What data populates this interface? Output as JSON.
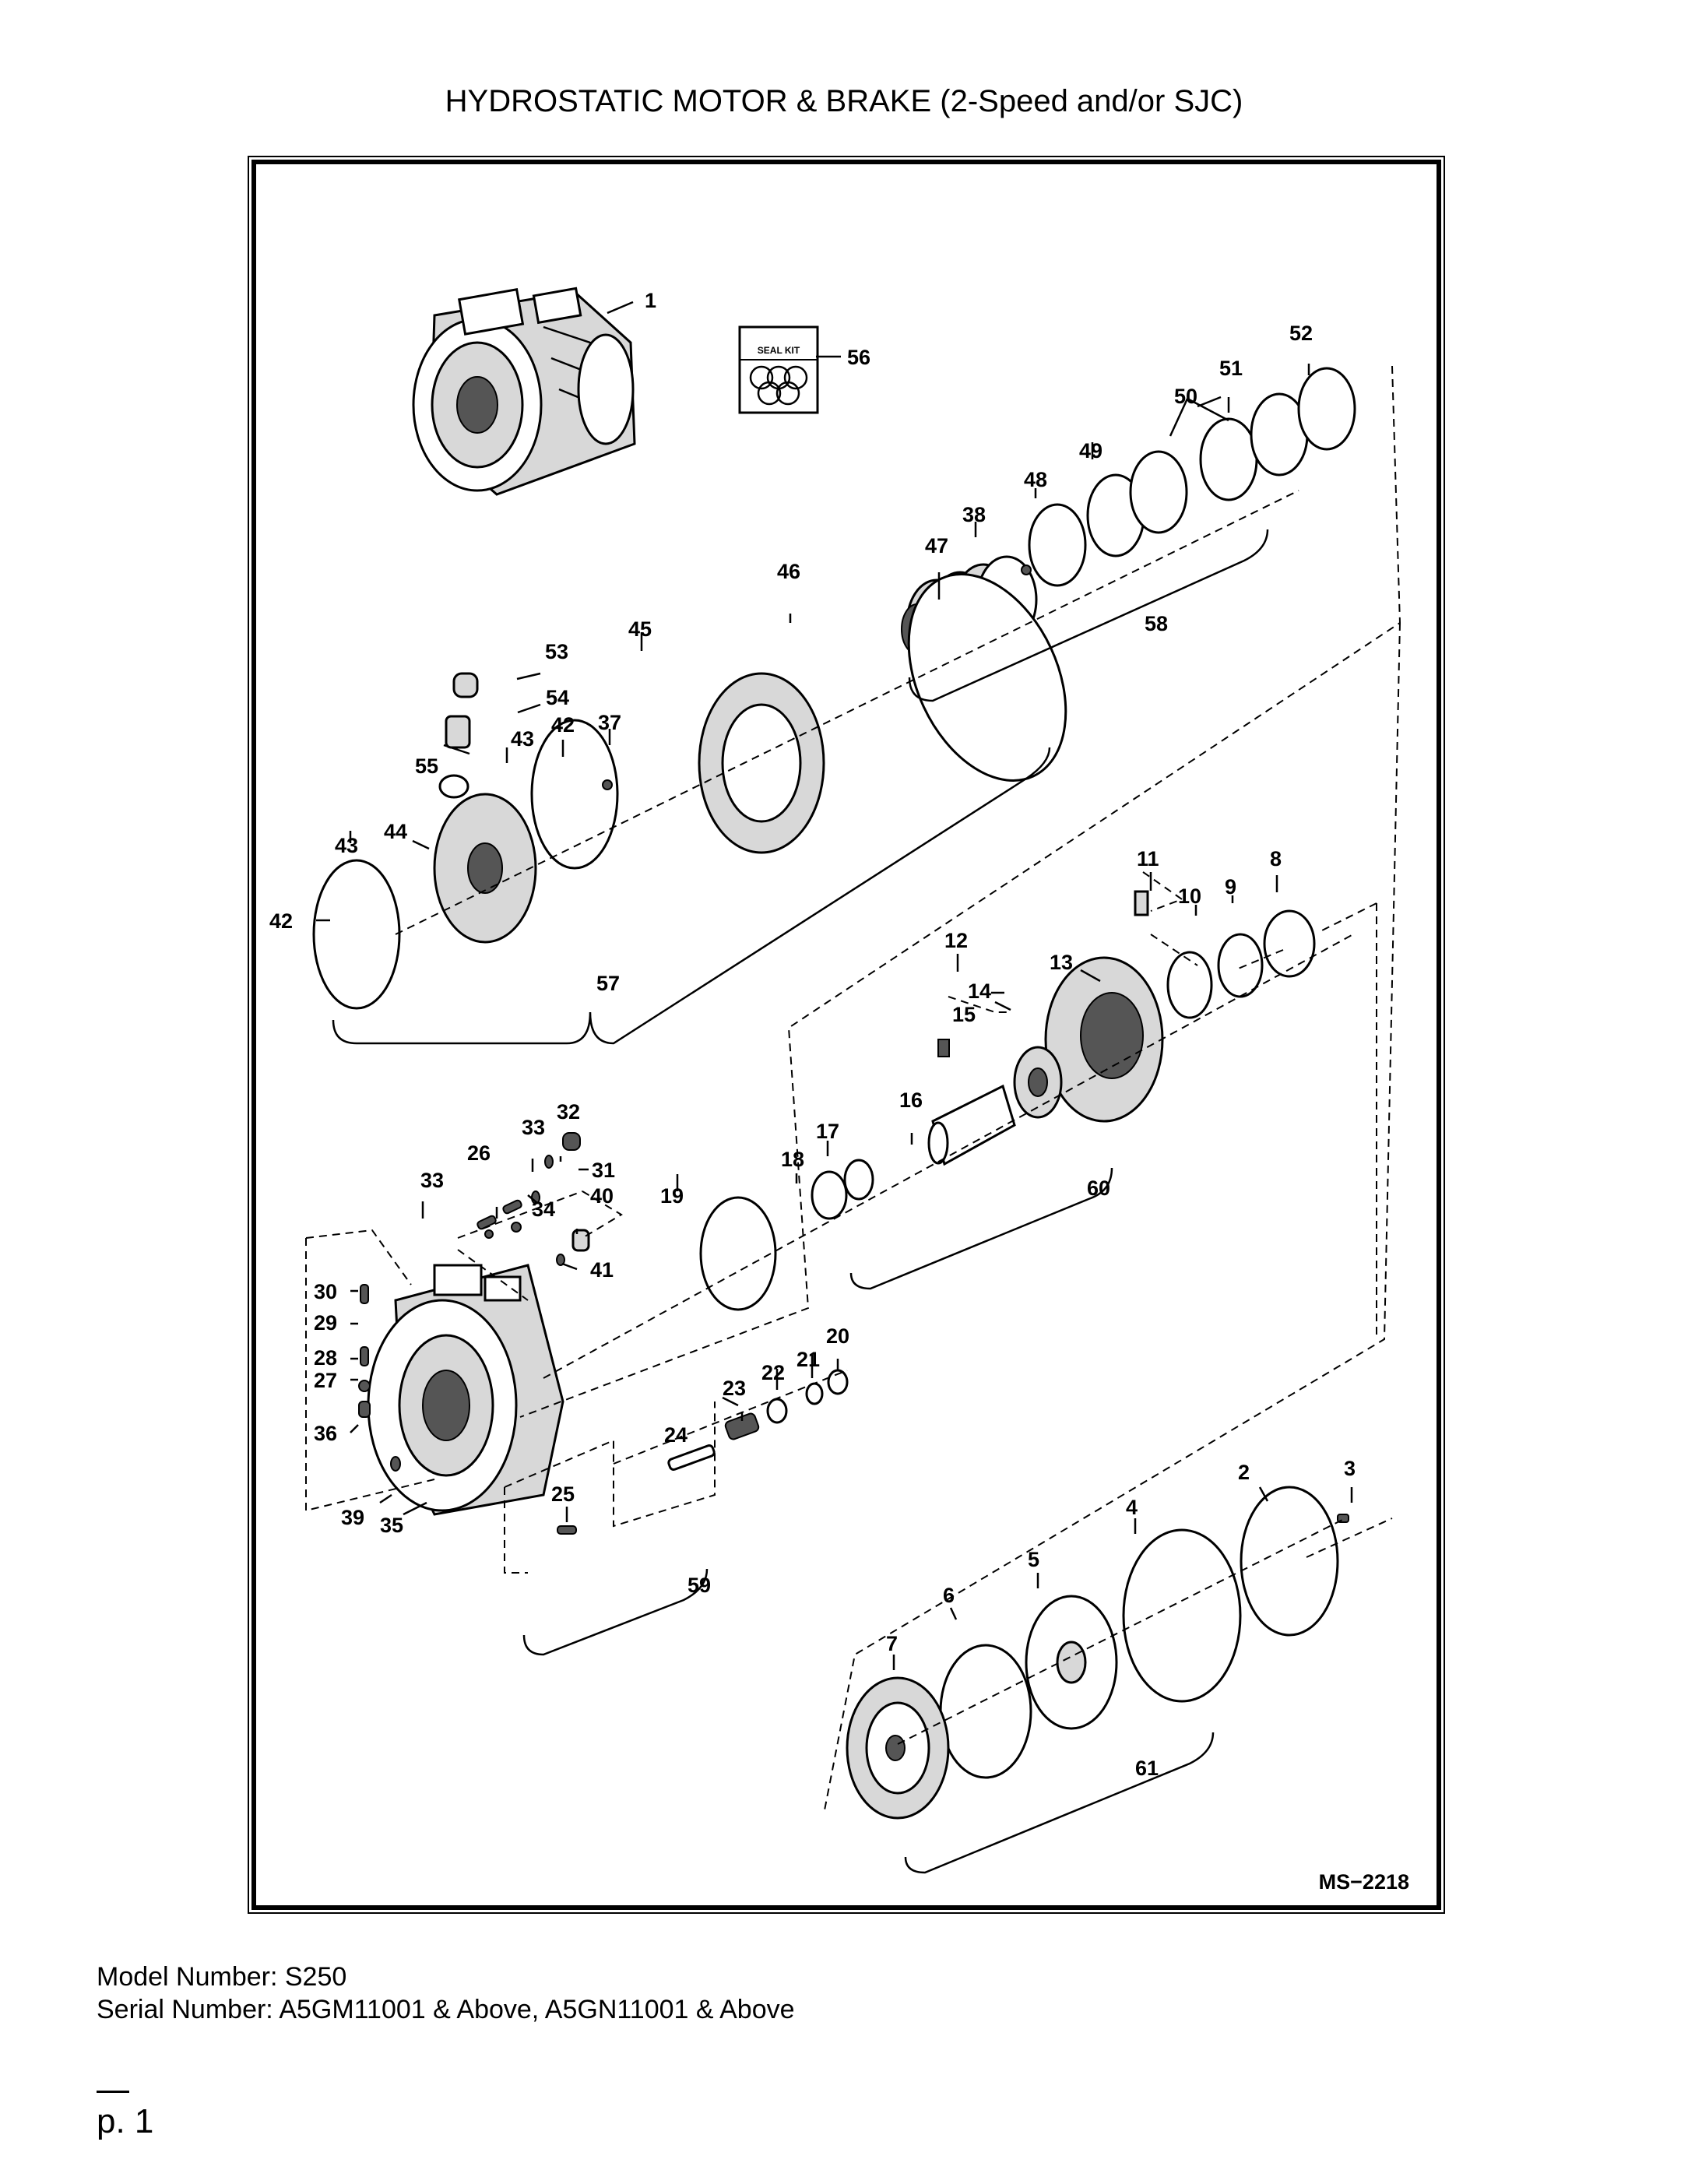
{
  "title": "HYDROSTATIC MOTOR & BRAKE (2-Speed and/or SJC)",
  "diagram": {
    "drawing_number": "MS−2218",
    "seal_kit_label": "SEAL KIT",
    "callouts": {
      "c1": "1",
      "c2": "2",
      "c3": "3",
      "c4": "4",
      "c5": "5",
      "c6": "6",
      "c7": "7",
      "c8": "8",
      "c9": "9",
      "c10": "10",
      "c11": "11",
      "c12": "12",
      "c13": "13",
      "c14": "14",
      "c15": "15",
      "c16": "16",
      "c17": "17",
      "c18": "18",
      "c19": "19",
      "c20": "20",
      "c21": "21",
      "c22": "22",
      "c23": "23",
      "c24": "24",
      "c25": "25",
      "c26": "26",
      "c27": "27",
      "c28": "28",
      "c29": "29",
      "c30": "30",
      "c31": "31",
      "c32": "32",
      "c33a": "33",
      "c33b": "33",
      "c34": "34",
      "c35": "35",
      "c36": "36",
      "c37": "37",
      "c38": "38",
      "c39": "39",
      "c40": "40",
      "c41": "41",
      "c42a": "42",
      "c42b": "42",
      "c43a": "43",
      "c43b": "43",
      "c44": "44",
      "c45": "45",
      "c46": "46",
      "c47": "47",
      "c48": "48",
      "c49": "49",
      "c50": "50",
      "c51": "51",
      "c52": "52",
      "c53": "53",
      "c54": "54",
      "c55": "55",
      "c56": "56",
      "c57": "57",
      "c58": "58",
      "c59": "59",
      "c60": "60",
      "c61": "61"
    }
  },
  "footer": {
    "model": "Model Number: S250",
    "serial": "Serial Number: A5GM11001 & Above, A5GN11001 & Above"
  },
  "page_number": "p. 1"
}
